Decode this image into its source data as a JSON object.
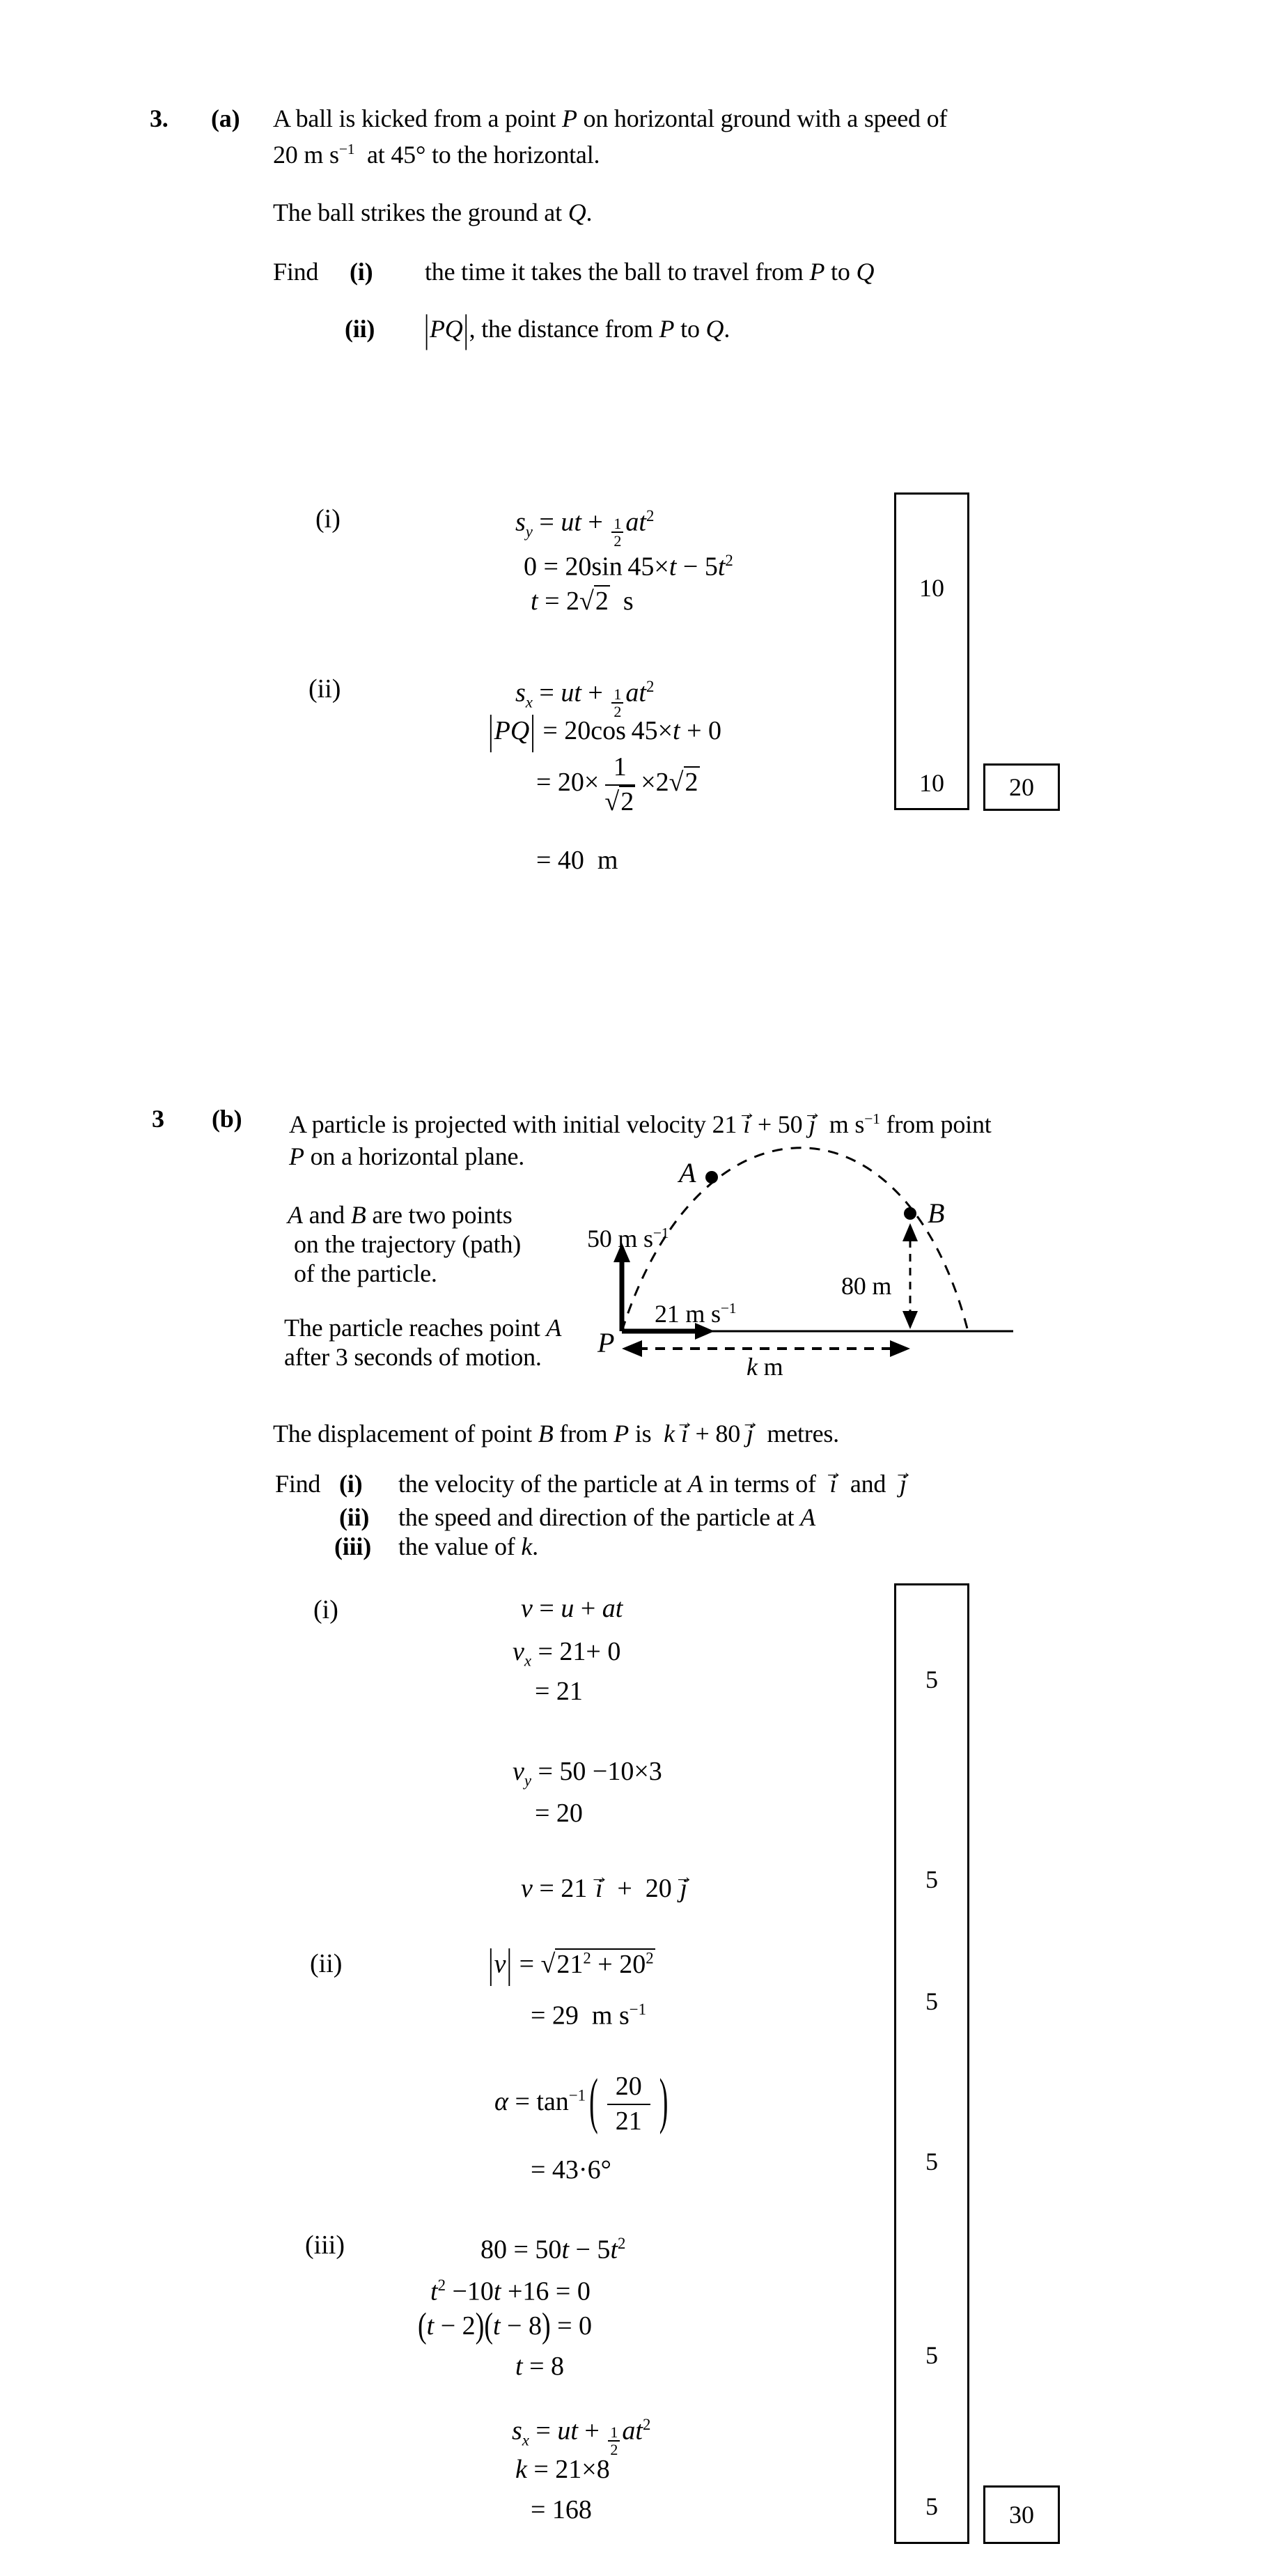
{
  "part_a": {
    "qnum": "3.",
    "qletter": "(a)",
    "line1": "A ball is kicked from a point <i>P</i> on horizontal ground with a speed of",
    "line2": "20&nbsp;m&nbsp;s<sup>&minus;1</sup>&nbsp; at 45&deg; to the horizontal.",
    "line3": "The ball strikes the ground at <i>Q</i>.",
    "find_word": "Find",
    "find_i_label": "(i)",
    "find_i_text": "the time it takes the ball to travel from <i>P</i> to <i>Q</i>",
    "find_ii_label": "(ii)",
    "find_ii_text": "<span class='abs'>|</span><i>PQ</i><span class='abs'>|</span>, the distance from <i>P</i> to <i>Q</i>.",
    "sol_i": {
      "label": "(i)",
      "r1": "<i>s</i><sub><i>y</i></sub> = <i>ut</i> + <span class='sf'><span class='n'>1</span><span>2</span></span><i>at</i><sup>2</sup>",
      "r2": "0 = 20sin&thinsp;45&times;<i>t</i> &minus; 5<i>t</i><sup>2</sup>",
      "r3": "<i>t</i> = 2<span class='sq'>&radic;<span class='r'>2</span></span>&nbsp; s"
    },
    "sol_ii": {
      "label": "(ii)",
      "r1": "<i>s</i><sub><i>x</i></sub> = <i>ut</i> + <span class='sf'><span class='n'>1</span><span>2</span></span><i>at</i><sup>2</sup>",
      "r2": "<span class='abs'>|</span><i>PQ</i><span class='abs'>|</span> = 20cos&thinsp;45&times;<i>t</i> + 0",
      "r3": "= 20&times;<span class='frac'><span class='n'>1</span><span><span class='sq'>&radic;<span class='r'>2</span></span></span></span>&times;2<span class='sq'>&radic;<span class='r'>2</span></span>",
      "r4": "= 40&nbsp; m"
    },
    "marks": {
      "m1": "10",
      "m2": "10",
      "total": "20"
    }
  },
  "part_b": {
    "qnum": "3",
    "qletter": "(b)",
    "line1": "A particle is projected with initial velocity 21&thinsp;<span class='vec'><span class='va'>&rarr;</span><i>i</i></span> + 50&thinsp;<span class='vec'><span class='va'>&rarr;</span><i>j</i></span>&nbsp; m&nbsp;s<sup>&minus;1</sup>&nbsp;from point",
    "line2": "<i>P</i> on a horizontal plane.",
    "side1": "<i>A</i> and <i>B</i> are two points",
    "side2": "on the trajectory (path)",
    "side3": "of the particle.",
    "side4": "The particle reaches point <i>A</i>",
    "side5": "after 3 seconds of motion.",
    "displacement": "The displacement of point <i>B</i> from <i>P</i> is &nbsp;<i>k</i>&thinsp;<span class='vec'><span class='va'>&rarr;</span><i>i</i></span> + 80&thinsp;<span class='vec'><span class='va'>&rarr;</span><i>j</i></span>&nbsp; metres.",
    "find_word": "Find",
    "find_i_label": "(i)",
    "find_i_text": "the velocity of the particle at <i>A</i> in terms of &nbsp;<span class='vec'><span class='va'>&rarr;</span><i>i</i></span>&nbsp; and &nbsp;<span class='vec'><span class='va'>&rarr;</span><i>j</i></span>",
    "find_ii_label": "(ii)",
    "find_ii_text": "the speed and direction of the particle at <i>A</i>",
    "find_iii_label": "(iii)",
    "find_iii_text": "the value of <i>k</i>.",
    "diagram": {
      "v50": "50 m s<sup>&minus;1</sup>",
      "v21": "21 m s<sup>&minus;1</sup>",
      "d80": "80 m",
      "dk": "<i>k</i> m",
      "P": "P",
      "A": "A",
      "B": "B"
    },
    "sol_i": {
      "label": "(i)",
      "r1": "<i>v</i> = <i>u</i> + <i>at</i>",
      "r2": "<i>v</i><sub><i>x</i></sub> = 21+ 0",
      "r3": "= 21",
      "r4": "<i>v</i><sub><i>y</i></sub> = 50 &minus;10&times;3",
      "r5": "= 20",
      "r6": "<i>v</i> = 21&nbsp;<span class='vec'><span class='va'>&rarr;</span><i>i</i></span> &nbsp;+&nbsp; 20&nbsp;<span class='vec'><span class='va'>&rarr;</span><i>j</i></span>"
    },
    "sol_ii": {
      "label": "(ii)",
      "r1": "<span class='abs'>|</span><i>v</i><span class='abs'>|</span> = <span class='sq'>&radic;<span class='r'>21<sup>2</sup> + 20<sup>2</sup></span></span>",
      "r2": "= 29&nbsp; m s<sup>&minus;1</sup>",
      "r3": "<i>&alpha;</i> = tan<sup>&minus;1</sup><span class='bp'>(</span><span class='frac'><span class='n'>20</span><span>21</span></span><span class='bp'>)</span>",
      "r4": "= 43&middot;6&deg;"
    },
    "sol_iii": {
      "label": "(iii)",
      "r1": "80 = 50<i>t</i> &minus; 5<i>t</i><sup>2</sup>",
      "r2": "<i>t</i><sup>2</sup> &minus;10<i>t</i> +16 = 0",
      "r3": "<span class='bp2'>(</span><i>t</i> &minus; 2<span class='bp2'>)</span><span class='bp2'>(</span><i>t</i> &minus; 8<span class='bp2'>)</span> = 0",
      "r4": "<i>t</i> = 8",
      "r5": "<i>s</i><sub><i>x</i></sub> = <i>ut</i> + <span class='sf'><span class='n'>1</span><span>2</span></span><i>at</i><sup>2</sup>",
      "r6": "<i>k</i> = 21&times;8",
      "r7": "= 168"
    },
    "marks": {
      "m1": "5",
      "m2": "5",
      "m3": "5",
      "m4": "5",
      "m5": "5",
      "m6": "5",
      "total": "30"
    }
  }
}
